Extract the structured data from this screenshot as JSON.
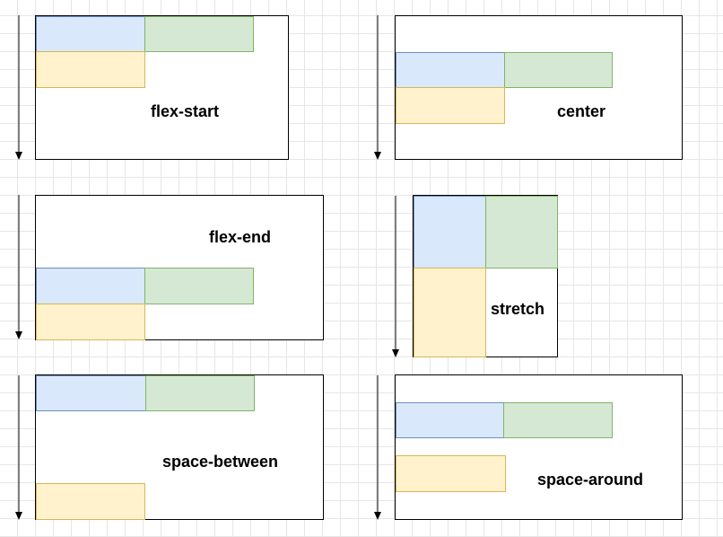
{
  "panels": [
    {
      "label": "flex-start"
    },
    {
      "label": "center"
    },
    {
      "label": "flex-end"
    },
    {
      "label": "stretch"
    },
    {
      "label": "space-between"
    },
    {
      "label": "space-around"
    }
  ],
  "colors": {
    "blue_fill": "#dae8fc",
    "blue_stroke": "#6c8ebf",
    "green_fill": "#d5e8d4",
    "green_stroke": "#82b366",
    "yellow_fill": "#fff2cc",
    "yellow_stroke": "#d6b656"
  }
}
